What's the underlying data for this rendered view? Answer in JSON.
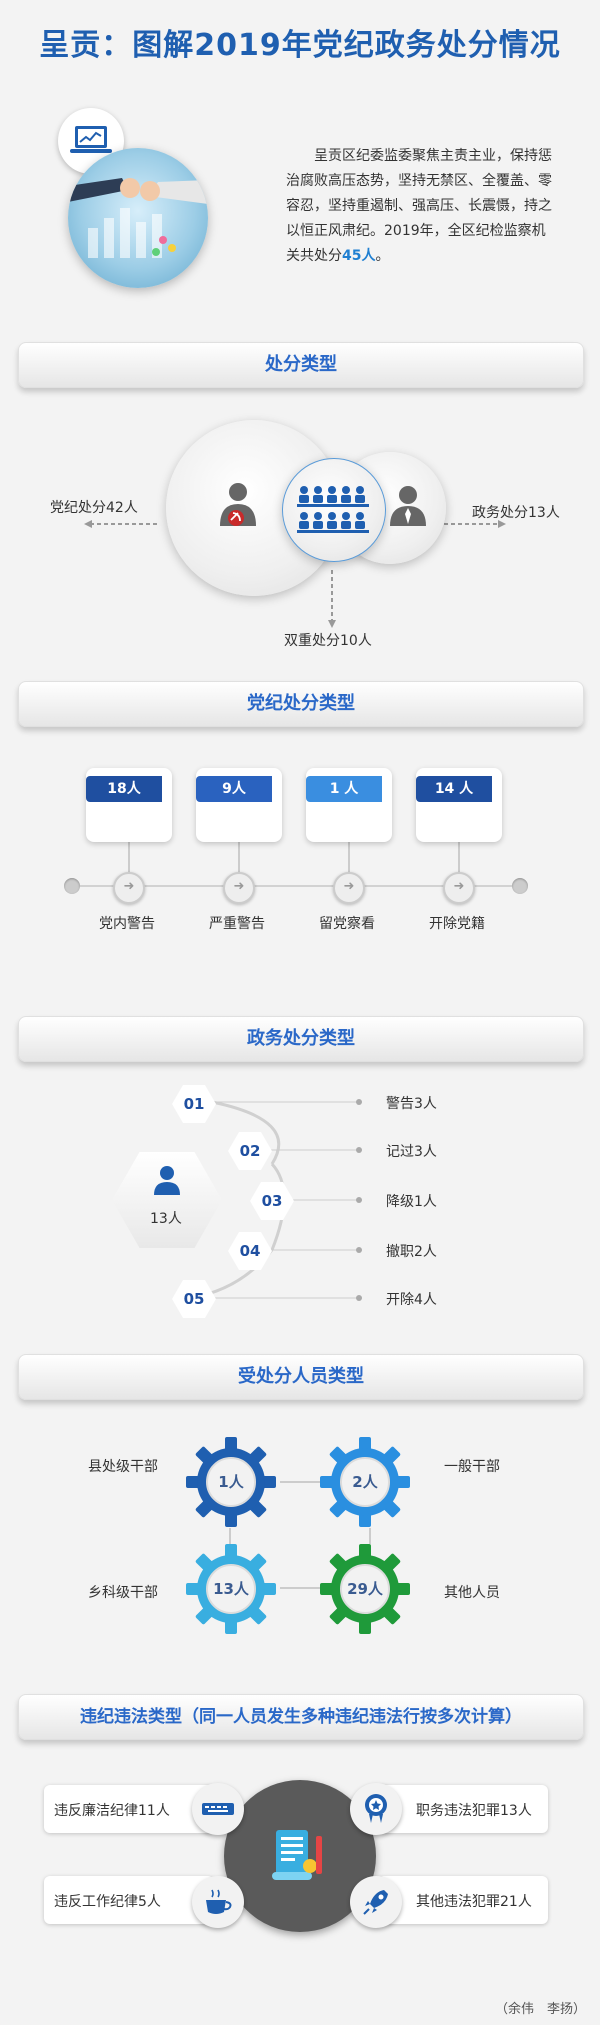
{
  "title": "呈贡：图解2019年党纪政务处分情况",
  "intro": {
    "text": "呈贡区纪委监委聚焦主责主业，保持惩治腐败高压态势，坚持无禁区、全覆盖、零容忍，坚持重遏制、强高压、长震慑，持之以恒正风肃纪。2019年，全区纪检监察机关共处分",
    "highlight": "45人",
    "tail": "。"
  },
  "section1": {
    "banner": "处分类型",
    "party": "党纪处分42人",
    "gov": "政务处分13人",
    "dual": "双重处分10人"
  },
  "section2": {
    "banner": "党纪处分类型",
    "items": [
      {
        "count": "18人",
        "label": "党内警告",
        "color": "#1f4fa0"
      },
      {
        "count": "9人",
        "label": "严重警告",
        "color": "#2a62bf"
      },
      {
        "count": "1 人",
        "label": "留党察看",
        "color": "#3a8ee0"
      },
      {
        "count": "14 人",
        "label": "开除党籍",
        "color": "#1f4fa0"
      }
    ]
  },
  "section3": {
    "banner": "政务处分类型",
    "total": "13人",
    "items": [
      {
        "num": "01",
        "label": "警告3人"
      },
      {
        "num": "02",
        "label": "记过3人"
      },
      {
        "num": "03",
        "label": "降级1人"
      },
      {
        "num": "04",
        "label": "撤职2人"
      },
      {
        "num": "05",
        "label": "开除4人"
      }
    ]
  },
  "section4": {
    "banner": "受处分人员类型",
    "items": [
      {
        "count": "1人",
        "label": "县处级干部",
        "color": "#1f5fb0"
      },
      {
        "count": "2人",
        "label": "一般干部",
        "color": "#2a8fe0"
      },
      {
        "count": "13人",
        "label": "乡科级干部",
        "color": "#39aee0"
      },
      {
        "count": "29人",
        "label": "其他人员",
        "color": "#1f9a3a"
      }
    ]
  },
  "section5": {
    "banner": "违纪违法类型（同一人员发生多种违纪违法行按多次计算）",
    "items": [
      {
        "label": "违反廉洁纪律11人"
      },
      {
        "label": "职务违法犯罪13人"
      },
      {
        "label": "违反工作纪律5人"
      },
      {
        "label": "其他违法犯罪21人"
      }
    ]
  },
  "credit": "（余伟　李扬）"
}
